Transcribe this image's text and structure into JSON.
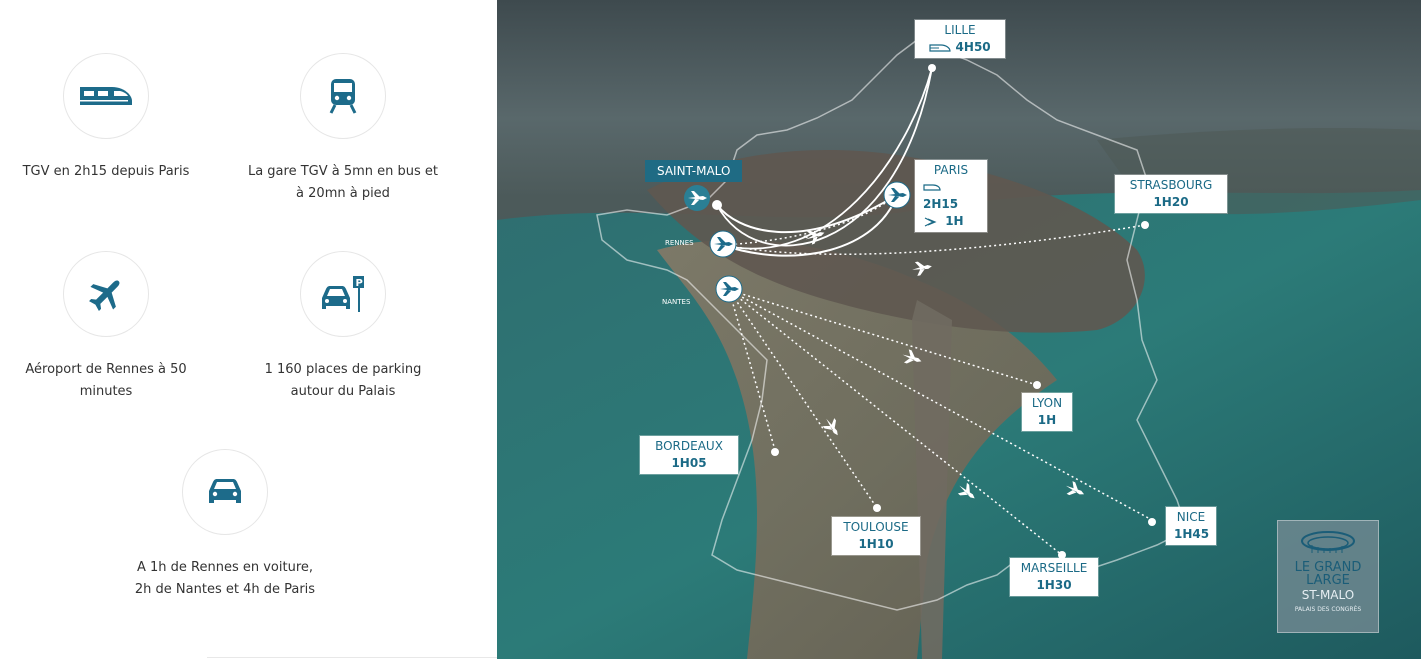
{
  "features": [
    {
      "id": "tgv",
      "label_line1": "TGV en 2h15 depuis Paris",
      "label_line2": "",
      "icon": "tgv-train-icon"
    },
    {
      "id": "gare",
      "label_line1": "La gare TGV à 5mn en bus et",
      "label_line2": "à 20mn à pied",
      "icon": "train-icon"
    },
    {
      "id": "airport",
      "label_line1": "Aéroport de Rennes à 50",
      "label_line2": "minutes",
      "icon": "airplane-icon"
    },
    {
      "id": "parking",
      "label_line1": "1 160 places de parking",
      "label_line2": "autour du Palais",
      "icon": "parking-car-icon"
    },
    {
      "id": "car",
      "label_line1": "A 1h de Rennes en voiture,",
      "label_line2": "2h de Nantes et 4h de Paris",
      "icon": "car-icon"
    }
  ],
  "map": {
    "saint_malo": "SAINT-MALO",
    "rennes": "RENNES",
    "nantes": "NANTES",
    "cities": {
      "lille": {
        "name": "LILLE",
        "time": "4H50"
      },
      "paris": {
        "name": "PARIS",
        "train_time": "2H15",
        "plane_time": "1H"
      },
      "strasbourg": {
        "name": "STRASBOURG",
        "time": "1H20"
      },
      "lyon": {
        "name": "LYON",
        "time": "1H"
      },
      "bordeaux": {
        "name": "BORDEAUX",
        "time": "1H05"
      },
      "toulouse": {
        "name": "TOULOUSE",
        "time": "1H10"
      },
      "marseille": {
        "name": "MARSEILLE",
        "time": "1H30"
      },
      "nice": {
        "name": "NICE",
        "time": "1H45"
      }
    },
    "logo": {
      "line1": "LE GRAND",
      "line2": "LARGE",
      "line3": "ST-MALO",
      "line4": "PALAIS DES CONGRÈS"
    }
  },
  "colors": {
    "icon": "#1d6b8a",
    "accent": "#1f6b84"
  }
}
